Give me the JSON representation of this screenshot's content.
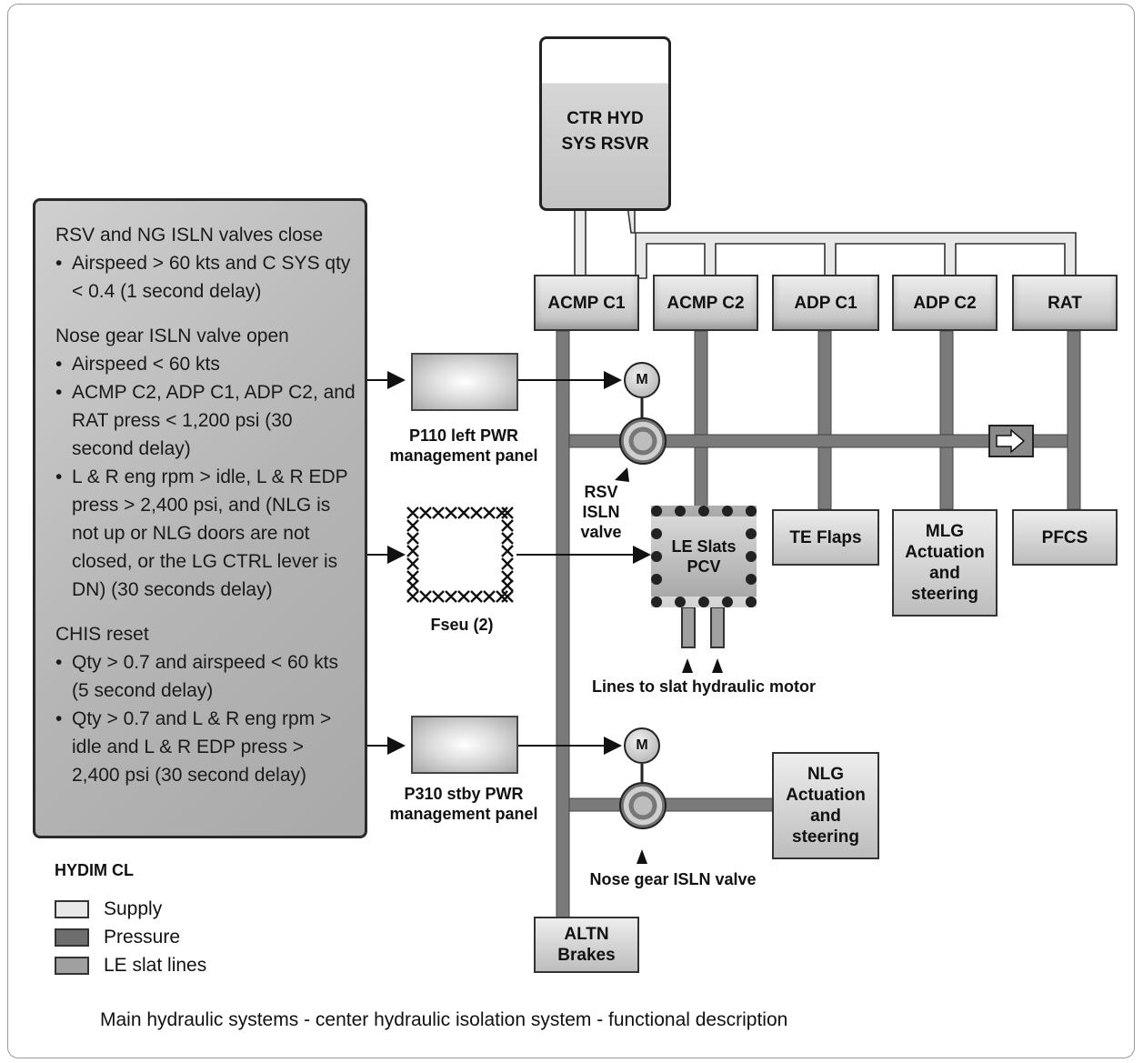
{
  "conditions": {
    "groups": [
      {
        "heading": "RSV and NG ISLN valves close",
        "items": [
          "Airspeed > 60 kts and C SYS qty < 0.4 (1 second delay)"
        ]
      },
      {
        "heading": "Nose gear ISLN valve open",
        "items": [
          "Airspeed < 60 kts",
          "ACMP C2, ADP C1, ADP C2, and RAT press < 1,200 psi (30 second delay)",
          "L & R eng rpm > idle, L & R EDP press > 2,400 psi, and (NLG is not up or NLG doors are not closed, or the LG CTRL lever is DN) (30 seconds delay)"
        ]
      },
      {
        "heading": "CHIS reset",
        "items": [
          "Qty > 0.7 and airspeed < 60 kts (5 second delay)",
          "Qty > 0.7 and L & R eng rpm > idle and L & R EDP press > 2,400 psi (30 second delay)"
        ]
      }
    ]
  },
  "reservoir": {
    "line1": "CTR HYD",
    "line2": "SYS RSVR"
  },
  "pumps": {
    "acmp_c1": "ACMP C1",
    "acmp_c2": "ACMP C2",
    "adp_c1": "ADP C1",
    "adp_c2": "ADP C2",
    "rat": "RAT"
  },
  "panels": {
    "p110": {
      "line1": "P110 left PWR",
      "line2": "management panel"
    },
    "fseu": "Fseu (2)",
    "p310": {
      "line1": "P310 stby PWR",
      "line2": "management panel"
    }
  },
  "motor_label": "M",
  "rsv_valve": {
    "line1": "RSV",
    "line2": "ISLN",
    "line3": "valve"
  },
  "le_slats": {
    "line1": "LE Slats",
    "line2": "PCV"
  },
  "slat_lines_label": "Lines to slat hydraulic motor",
  "consumers": {
    "te_flaps": "TE Flaps",
    "mlg": {
      "line1": "MLG",
      "line2": "Actuation",
      "line3": "and",
      "line4": "steering"
    },
    "pfcs": "PFCS",
    "nlg": {
      "line1": "NLG",
      "line2": "Actuation",
      "line3": "and",
      "line4": "steering"
    },
    "altn": {
      "line1": "ALTN",
      "line2": "Brakes"
    }
  },
  "nose_gear_valve_label": "Nose gear ISLN valve",
  "legend": {
    "title": "HYDIM CL",
    "items": [
      {
        "label": "Supply",
        "color": "#e8e8e8"
      },
      {
        "label": "Pressure",
        "color": "#6e6e6e"
      },
      {
        "label": "LE slat lines",
        "color": "#a0a0a0"
      }
    ]
  },
  "caption": "Main hydraulic systems - center hydraulic isolation system - functional description"
}
